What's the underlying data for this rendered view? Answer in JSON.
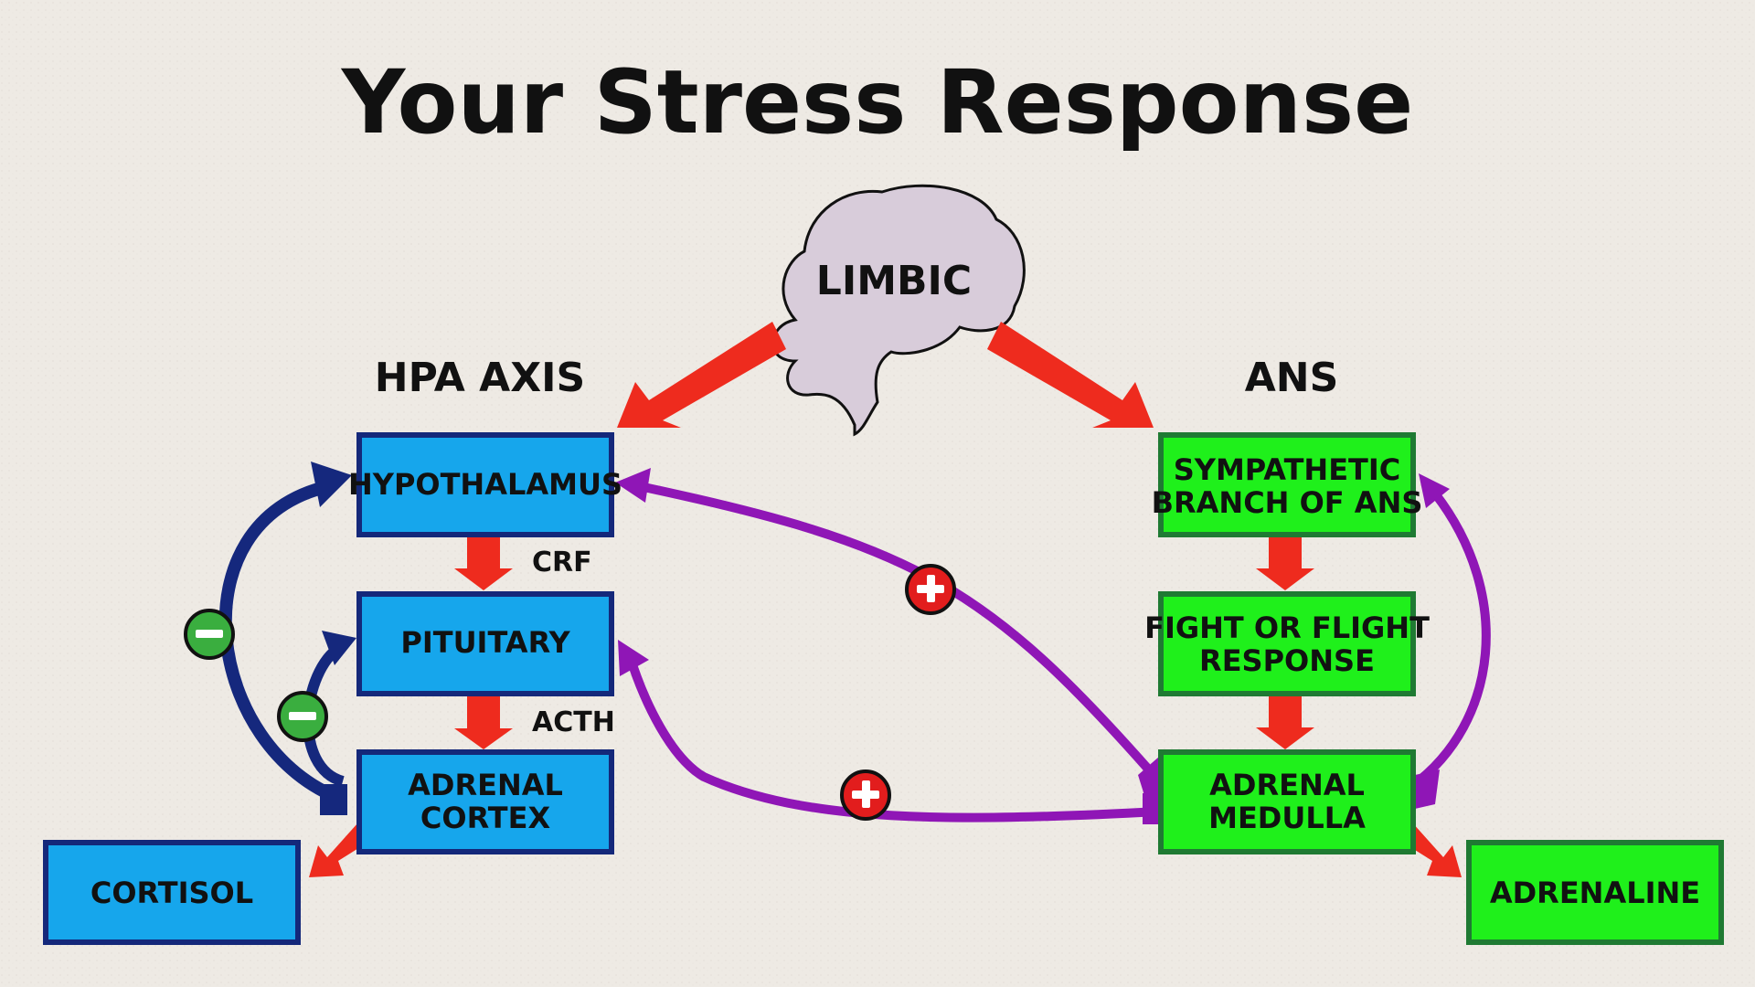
{
  "title": "Your Stress Response",
  "limbic": "LIMBIC",
  "hpa_heading": "HPA AXIS",
  "ans_heading": "ANS",
  "hpa": {
    "hypothalamus": "HYPOTHALAMUS",
    "pituitary": "PITUITARY",
    "adrenal_cortex": [
      "ADRENAL",
      "CORTEX"
    ],
    "cortisol": "CORTISOL",
    "crf": "CRF",
    "acth": "ACTH"
  },
  "ans": {
    "sympathetic": [
      "SYMPATHETIC",
      "BRANCH OF ANS"
    ],
    "fight_flight": [
      "FIGHT OR FLIGHT",
      "RESPONSE"
    ],
    "adrenal_medulla": [
      "ADRENAL",
      "MEDULLA"
    ],
    "adrenaline": "ADRENALINE"
  },
  "colors": {
    "hpa_box": "#16a6ec",
    "hpa_border": "#14287a",
    "ans_box": "#1ff01b",
    "ans_border": "#1f7a33",
    "red_arrow": "#ee2b1e",
    "navy_feedback": "#15287d",
    "purple_feedback": "#8f16b6",
    "minus_badge": "#3aae3f",
    "plus_badge": "#e21d1d",
    "brain_fill": "#d8ccda"
  }
}
